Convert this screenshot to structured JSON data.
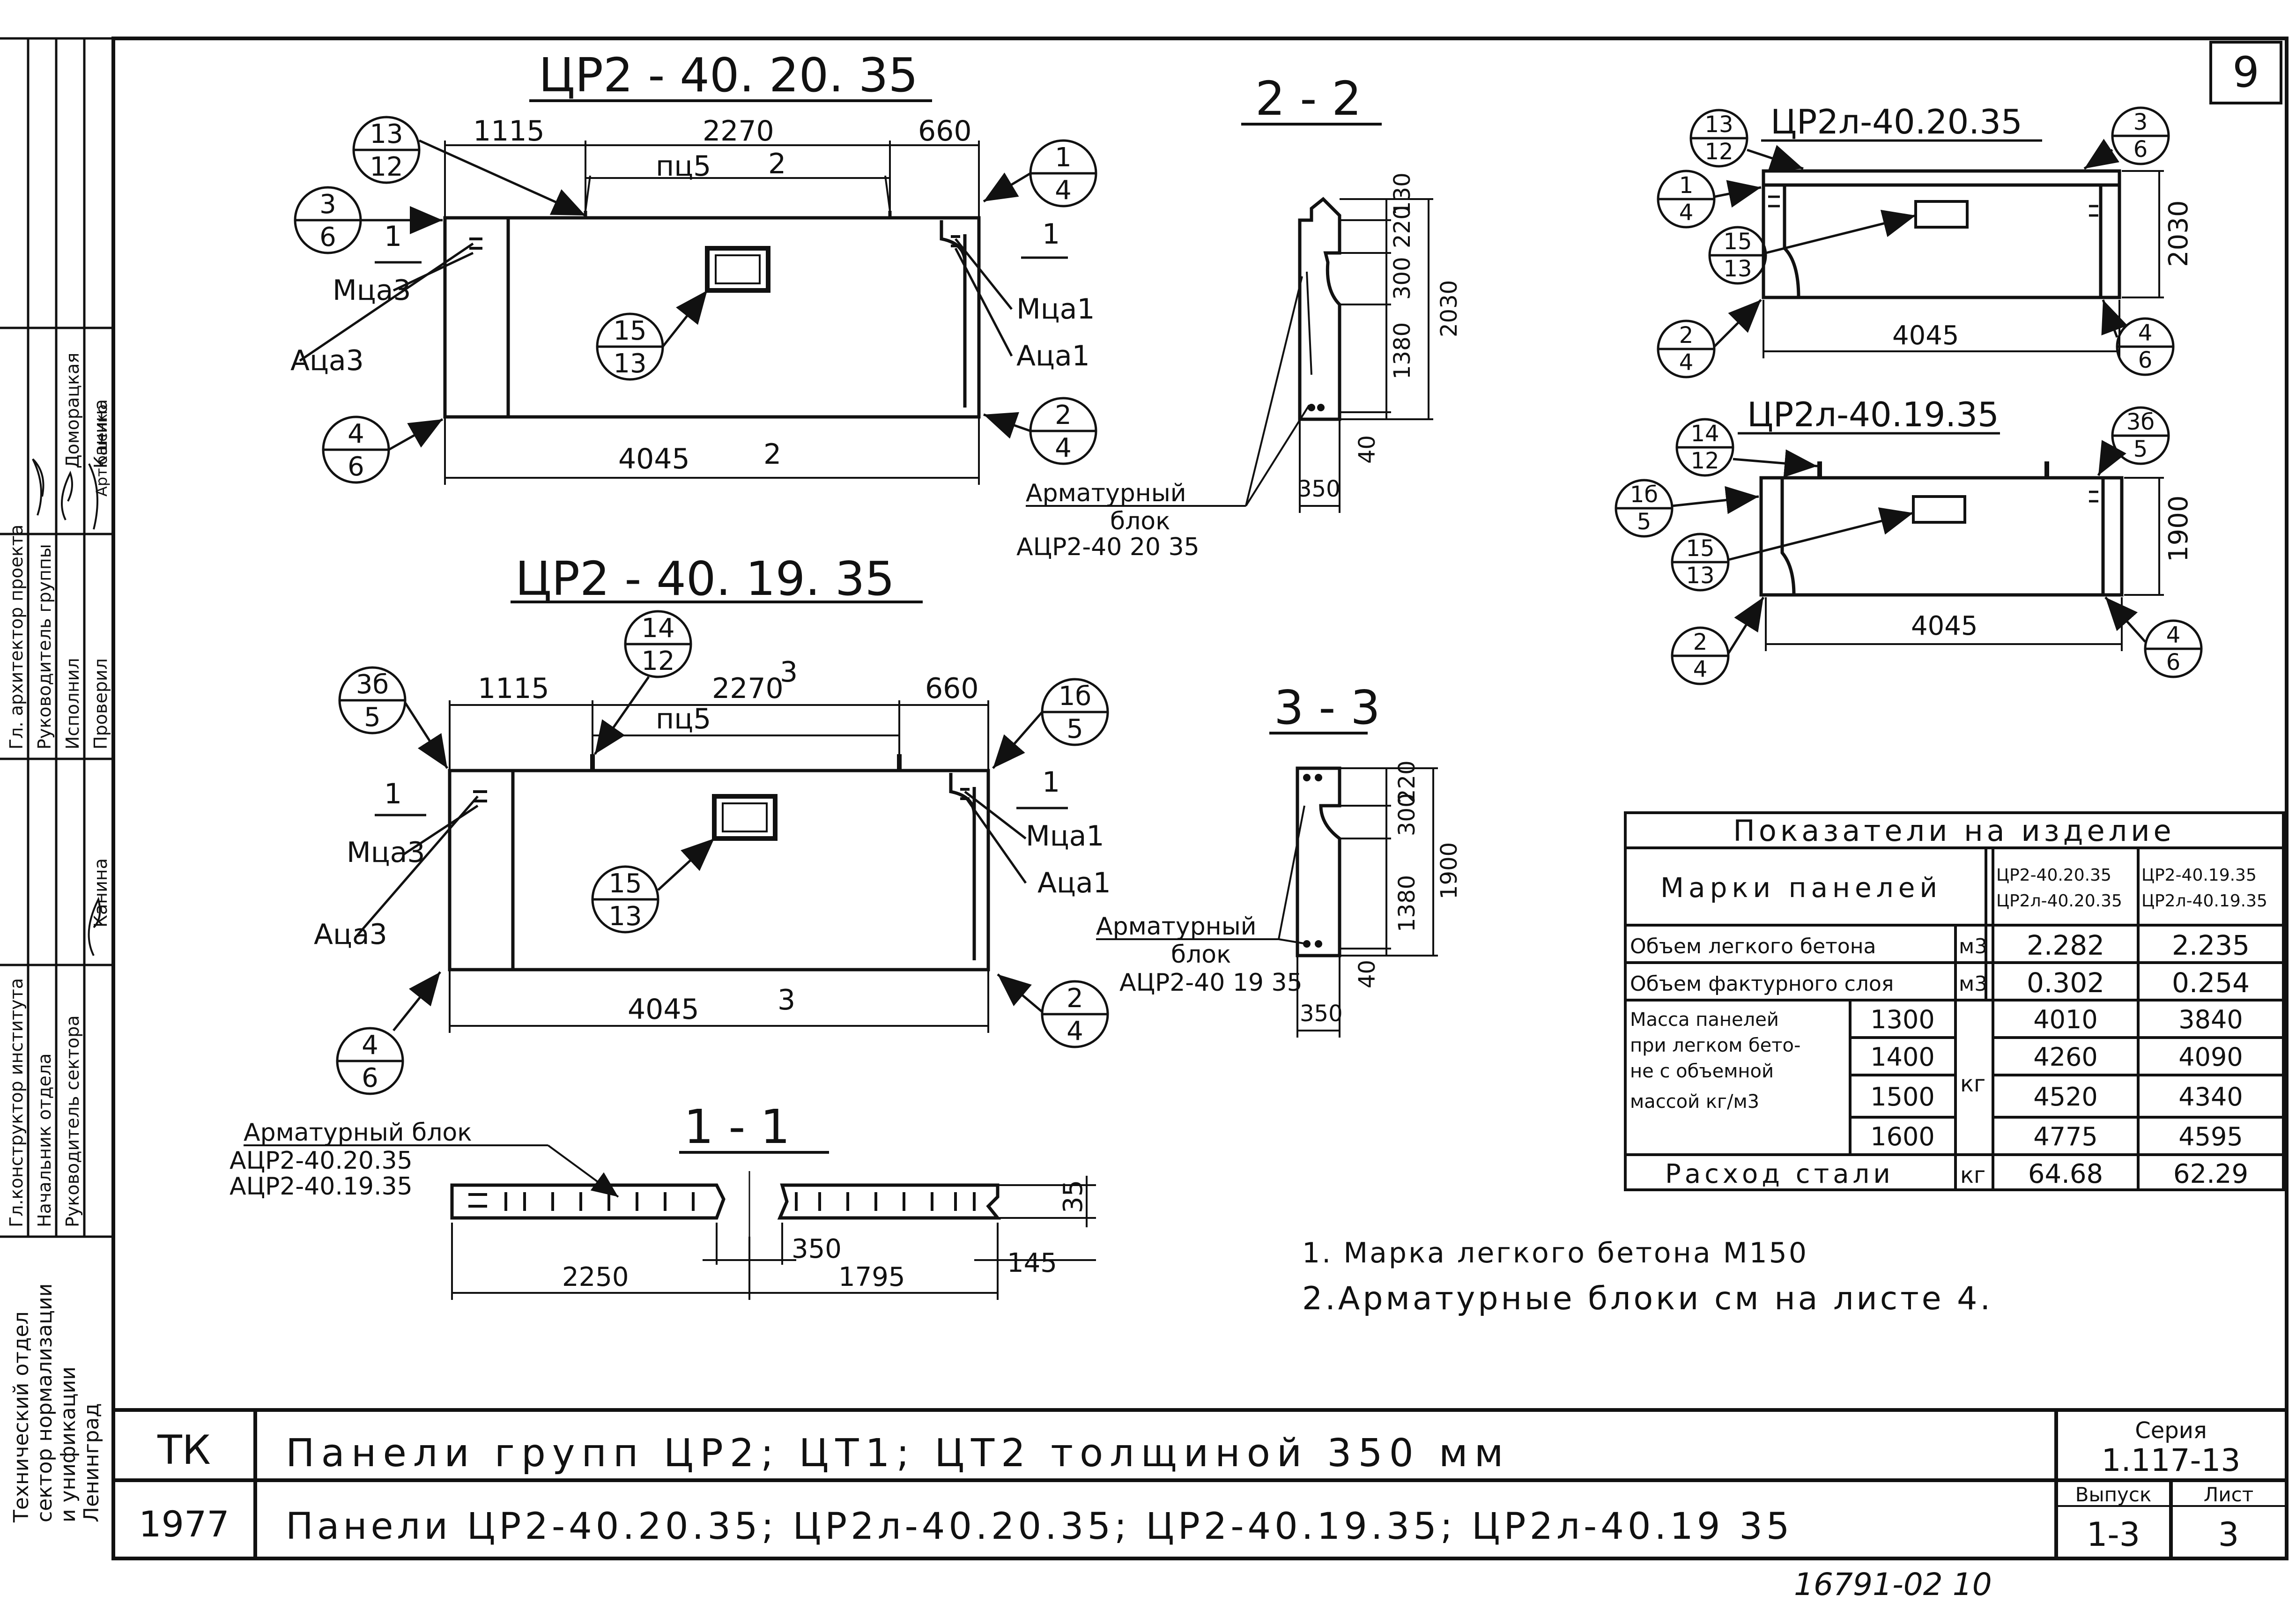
{
  "sheet_number": "9",
  "views": {
    "elev1": {
      "title": "ЦР2 - 40. 20. 35",
      "dim_top": [
        "1115",
        "2270",
        "660"
      ],
      "dim_bottom": "4045",
      "section_mark": "2",
      "loop": "пц5",
      "labels": {
        "left_upper": "Мца3",
        "left_lower": "Аца3",
        "right_upper": "Мца1",
        "right_lower": "Аца1",
        "cut": "1"
      },
      "callouts": [
        {
          "top": "13",
          "bottom": "12"
        },
        {
          "top": "1",
          "bottom": "4"
        },
        {
          "top": "3",
          "bottom": "6"
        },
        {
          "top": "15",
          "bottom": "13"
        },
        {
          "top": "2",
          "bottom": "4"
        },
        {
          "top": "4",
          "bottom": "6"
        }
      ]
    },
    "elev2": {
      "title": "ЦР2 - 40. 19. 35",
      "dim_top": [
        "1115",
        "2270",
        "660"
      ],
      "dim_bottom": "4045",
      "section_mark": "3",
      "loop": "пц5",
      "labels": {
        "left_upper": "Мца3",
        "left_lower": "Аца3",
        "right_upper": "Мца1",
        "right_lower": "Аца1",
        "cut": "1"
      },
      "callouts": [
        {
          "top": "14",
          "bottom": "12"
        },
        {
          "top": "3б",
          "bottom": "5"
        },
        {
          "top": "1б",
          "bottom": "5"
        },
        {
          "top": "15",
          "bottom": "13"
        },
        {
          "top": "2",
          "bottom": "4"
        },
        {
          "top": "4",
          "bottom": "6"
        }
      ]
    },
    "sec22": {
      "title": "2 - 2",
      "dims": [
        "130",
        "220",
        "300",
        "1380",
        "40",
        "2030",
        "350"
      ],
      "label": [
        "Арматурный",
        "блок",
        "АЦР2-40 20 35"
      ]
    },
    "sec33": {
      "title": "3 - 3",
      "dims": [
        "220",
        "300",
        "1380",
        "40",
        "1900",
        "350"
      ],
      "label": [
        "Арматурный",
        "блок",
        "АЦР2-40 19 35"
      ]
    },
    "sec11": {
      "title": "1 - 1",
      "dims": [
        "2250",
        "350",
        "1795",
        "145",
        "35"
      ],
      "label": [
        "Арматурный блок",
        "АЦР2-40.20.35",
        "АЦР2-40.19.35"
      ]
    },
    "small1": {
      "title": "ЦР2л-40.20.35",
      "dims": [
        "4045",
        "2030"
      ],
      "callouts": [
        {
          "top": "13",
          "bottom": "12"
        },
        {
          "top": "3",
          "bottom": "6"
        },
        {
          "top": "1",
          "bottom": "4"
        },
        {
          "top": "15",
          "bottom": "13"
        },
        {
          "top": "2",
          "bottom": "4"
        },
        {
          "top": "4",
          "bottom": "6"
        }
      ]
    },
    "small2": {
      "title": "ЦР2л-40.19.35",
      "dims": [
        "4045",
        "1900"
      ],
      "callouts": [
        {
          "top": "14",
          "bottom": "12"
        },
        {
          "top": "3б",
          "bottom": "5"
        },
        {
          "top": "1б",
          "bottom": "5"
        },
        {
          "top": "15",
          "bottom": "13"
        },
        {
          "top": "2",
          "bottom": "4"
        },
        {
          "top": "4",
          "bottom": "6"
        }
      ]
    }
  },
  "table": {
    "title": "Показатели на изделие",
    "header_label": "Марки панелей",
    "col1": [
      "ЦР2-40.20.35",
      "ЦР2л-40.20.35"
    ],
    "col2": [
      "ЦР2-40.19.35",
      "ЦР2л-40.19.35"
    ],
    "rows": [
      {
        "label": "Объем легкого бетона",
        "unit": "м3",
        "v1": "2.282",
        "v2": "2.235"
      },
      {
        "label": "Объем фактурного слоя",
        "unit": "м3",
        "v1": "0.302",
        "v2": "0.254"
      }
    ],
    "mass_label": [
      "Масса панелей",
      "при легком бето-",
      "не с объемной",
      "массой кг/м3"
    ],
    "mass_unit": "кг",
    "mass_rows": [
      {
        "density": "1300",
        "v1": "4010",
        "v2": "3840"
      },
      {
        "density": "1400",
        "v1": "4260",
        "v2": "4090"
      },
      {
        "density": "1500",
        "v1": "4520",
        "v2": "4340"
      },
      {
        "density": "1600",
        "v1": "4775",
        "v2": "4595"
      }
    ],
    "steel": {
      "label": "Расход стали",
      "unit": "кг",
      "v1": "64.68",
      "v2": "62.29"
    }
  },
  "notes": [
    "1. Марка легкого бетона М150",
    "2.Арматурные блоки см на листе 4."
  ],
  "sidebar": {
    "roles": [
      "Гл. архитектор проекта",
      "Руководитель группы",
      "Исполнил",
      "Проверил",
      "Гл.конструктор института",
      "Начальник отдела",
      "Руководитель сектора"
    ],
    "names": [
      "Канина",
      "Доморацкая",
      "Артюшенко",
      "Канина"
    ],
    "org": [
      "Технический отдел",
      "сектор нормализации",
      "и унификации",
      "Ленинград"
    ]
  },
  "title_block": {
    "org": "ТК",
    "year": "1977",
    "title1": "Панели групп ЦР2; ЦТ1; ЦТ2 толщиной 350 мм",
    "title2": "Панели ЦР2-40.20.35; ЦР2л-40.20.35; ЦР2-40.19.35; ЦР2л-40.19 35",
    "series_label": "Серия",
    "series": "1.117-13",
    "issue_label": "Выпуск",
    "issue": "1-3",
    "sheet_label": "Лист",
    "sheet": "3"
  },
  "footer_code": "16791-02 10"
}
